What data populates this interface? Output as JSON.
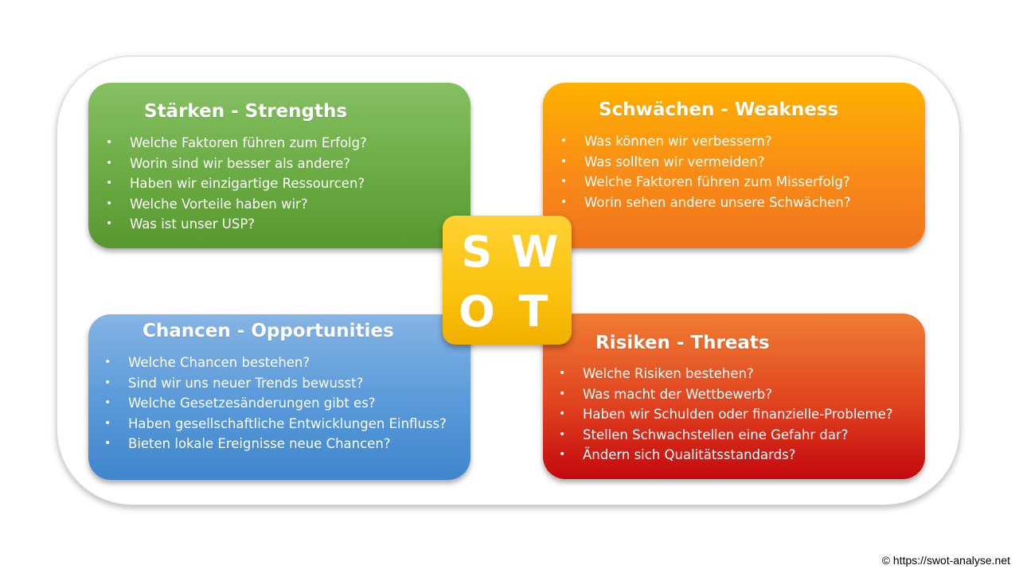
{
  "strengths": {
    "title": "Stärken - Strengths",
    "color": "#6aab43",
    "items": [
      "Welche Faktoren führen zum Erfolg?",
      "Worin sind wir besser als andere?",
      "Haben wir einzigartige Ressourcen?",
      "Welche Vorteile haben wir?",
      "Was ist unser USP?"
    ]
  },
  "weakness": {
    "title": "Schwächen - Weakness",
    "color": "#f98c17",
    "items": [
      "Was können wir verbessern?",
      "Was sollten wir vermeiden?",
      "Welche Faktoren führen zum Misserfolg?",
      "Worin sehen andere unsere Schwächen?"
    ]
  },
  "opportunities": {
    "title": "Chancen - Opportunities",
    "color": "#5b9bda",
    "items": [
      "Welche Chancen bestehen?",
      "Sind wir uns neuer Trends bewusst?",
      "Welche Gesetzesänderungen  gibt es?",
      "Haben gesellschaftliche  Entwicklungen Einfluss?",
      "Bieten lokale Ereignisse neue Chancen?"
    ]
  },
  "threats": {
    "title": "Risiken - Threats",
    "color": "#e0421f",
    "items": [
      "Welche Risiken bestehen?",
      "Was macht der Wettbewerb?",
      "Haben wir Schulden oder finanzielle-Probleme?",
      "Stellen Schwachstellen eine Gefahr dar?",
      "Ändern sich Qualitätsstandards?"
    ]
  },
  "swot": {
    "letters": [
      "S",
      "W",
      "O",
      "T"
    ],
    "color": "#fcc411"
  },
  "footer": {
    "copyright": "© https://swot-analyse.net"
  }
}
